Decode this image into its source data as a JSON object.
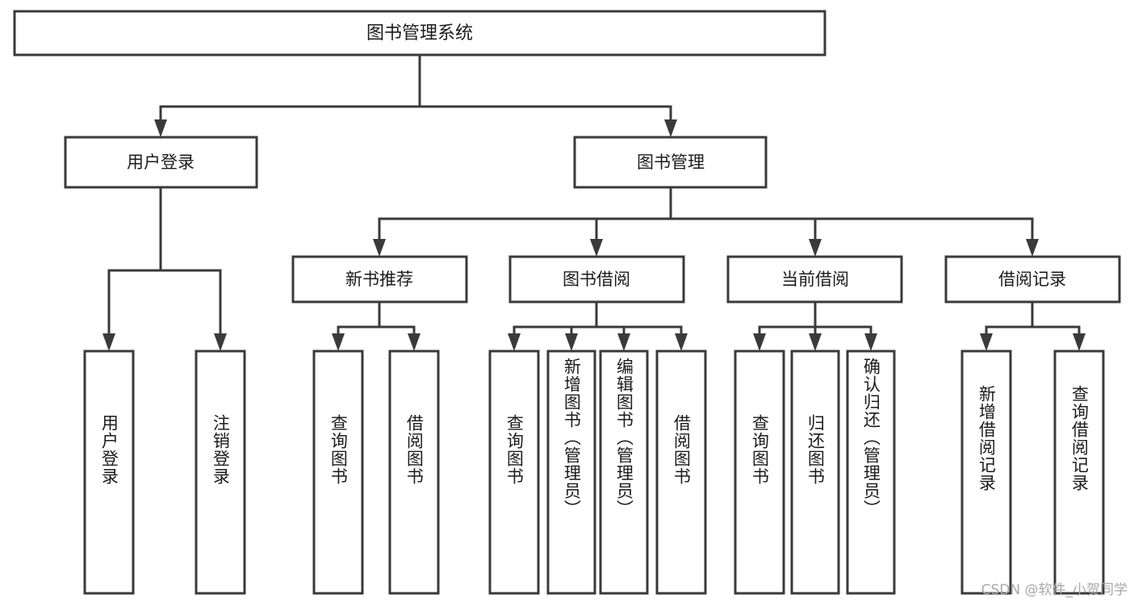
{
  "diagram": {
    "title": "图书管理系统",
    "type": "tree",
    "watermark": "CSDN @软件_小贺同学",
    "colors": {
      "box_stroke": "#3a3a3a",
      "box_fill": "#ffffff",
      "text": "#1b1b1b",
      "connector": "#3a3a3a",
      "watermark": "#a8a8a8",
      "background": "#ffffff"
    },
    "root": {
      "label": "图书管理系统"
    },
    "level2": [
      {
        "label": "用户登录"
      },
      {
        "label": "图书管理"
      }
    ],
    "level3": [
      {
        "label": "新书推荐"
      },
      {
        "label": "图书借阅"
      },
      {
        "label": "当前借阅"
      },
      {
        "label": "借阅记录"
      }
    ],
    "leaves": {
      "user_login": [
        {
          "label": "用户登录"
        },
        {
          "label": "注销登录"
        }
      ],
      "new_book_recommend": [
        {
          "label": "查询图书"
        },
        {
          "label": "借阅图书"
        }
      ],
      "book_borrow": [
        {
          "label": "查询图书"
        },
        {
          "label": "新增图书（管理员）"
        },
        {
          "label": "编辑图书（管理员）"
        },
        {
          "label": "借阅图书"
        }
      ],
      "current_borrow": [
        {
          "label": "查询图书"
        },
        {
          "label": "归还图书"
        },
        {
          "label": "确认归还（管理员）"
        }
      ],
      "borrow_record": [
        {
          "label": "新增借阅记录"
        },
        {
          "label": "查询借阅记录"
        }
      ]
    }
  }
}
